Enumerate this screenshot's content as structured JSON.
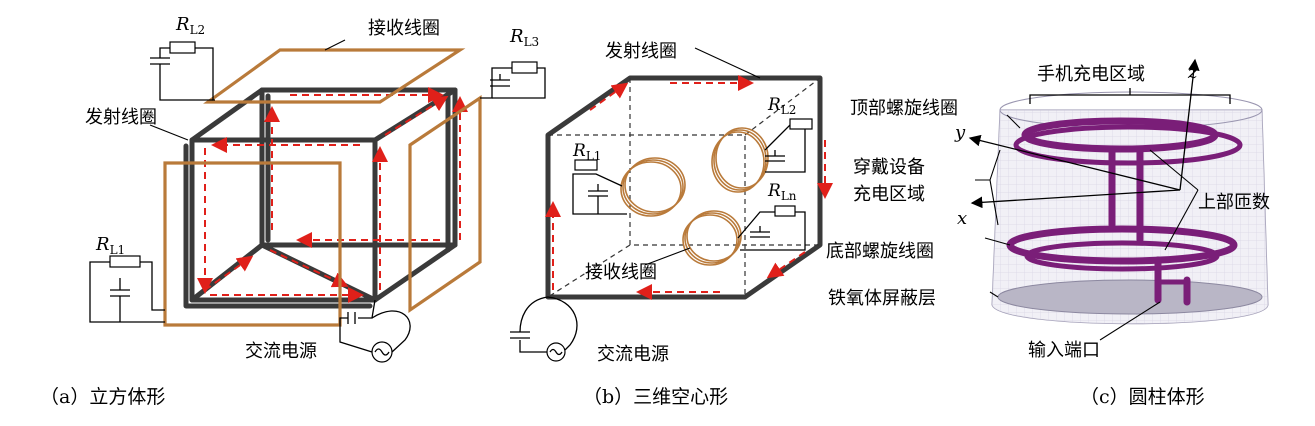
{
  "panel_a": {
    "labels": {
      "receive_coil": "接收线圈",
      "transmit_coil": "发射线圈",
      "ac_source": "交流电源",
      "rl1": {
        "main": "R",
        "sub": "L1"
      },
      "rl2": {
        "main": "R",
        "sub": "L2"
      },
      "rl3": {
        "main": "R",
        "sub": "L3"
      }
    },
    "caption": "（a）立方体形"
  },
  "panel_b": {
    "labels": {
      "transmit_coil": "发射线圈",
      "receive_coil": "接收线圈",
      "ac_source": "交流电源",
      "rl1": {
        "main": "R",
        "sub": "L1"
      },
      "rl2": {
        "main": "R",
        "sub": "L2"
      },
      "rln": {
        "main": "R",
        "sub": "Ln"
      }
    },
    "caption": "（b）三维空心形"
  },
  "panel_c": {
    "labels": {
      "phone_zone": "手机充电区域",
      "top_coil": "顶部螺旋线圈",
      "wearable_line1": "穿戴设备",
      "wearable_line2": "充电区域",
      "bottom_coil": "底部螺旋线圈",
      "ferrite": "铁氧体屏蔽层",
      "input_port": "输入端口",
      "upper_turns": "上部匝数",
      "axis_z": "z",
      "axis_y": "y",
      "axis_x": "x"
    },
    "caption": "（c）圆柱体形"
  },
  "colors": {
    "frame": "#3a3a3a",
    "coil": "#b97a3a",
    "current_arrow": "#e0201a",
    "helix": "#7a1e78",
    "cylinder": "#d6d3e2"
  }
}
